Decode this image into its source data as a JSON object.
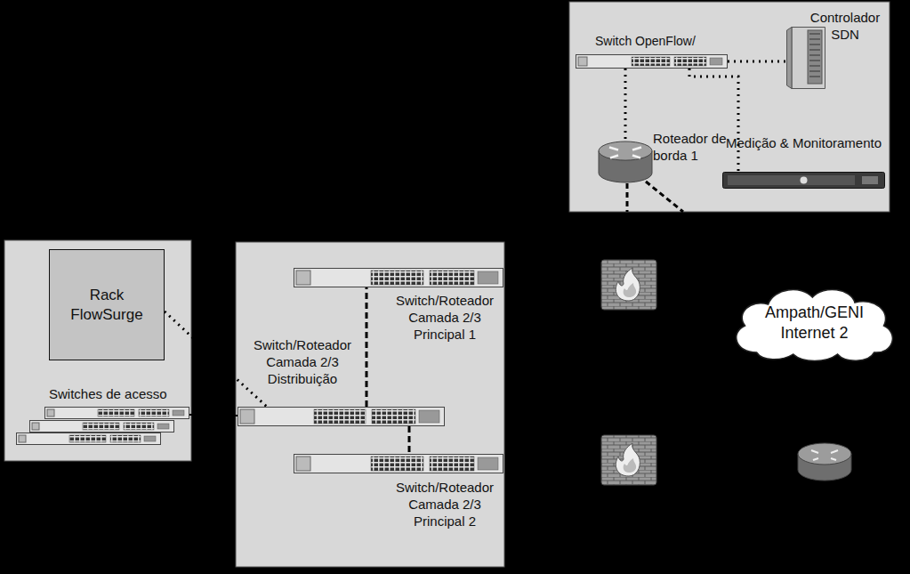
{
  "diagram": {
    "nodes": [
      {
        "text": [
          "Switch OpenFlow/"
        ]
      },
      {
        "text": [
          "Controlador SDN"
        ]
      },
      {
        "text": [
          "Roteador de borda 1"
        ]
      },
      {
        "text": [
          "Medição & Monitoramento"
        ]
      },
      {
        "text": [
          "Rack FlowSurge"
        ]
      },
      {
        "text": [
          "Switches de acesso"
        ]
      },
      {
        "text": [
          "Switch/Roteador Camada 2/3 Principal 1"
        ]
      },
      {
        "text": [
          "Switch/Roteador Camada 2/3 Distribuição"
        ]
      },
      {
        "text": [
          "Switch/Roteador Camada 2/3 Principal 2"
        ]
      },
      {
        "text": [
          "Ampath/GENI Internet 2"
        ]
      }
    ],
    "edges": [
      {
        "from": 0,
        "to": 1,
        "arrow": "none"
      },
      {
        "from": 0,
        "to": 2,
        "arrow": "none"
      },
      {
        "from": 0,
        "to": 3,
        "arrow": "none"
      },
      {
        "from": 4,
        "to": 7,
        "arrow": "none"
      },
      {
        "from": 5,
        "to": 7,
        "arrow": "none"
      },
      {
        "from": 7,
        "to": 6,
        "arrow": "none"
      },
      {
        "from": 7,
        "to": 8,
        "arrow": "none"
      }
    ]
  }
}
